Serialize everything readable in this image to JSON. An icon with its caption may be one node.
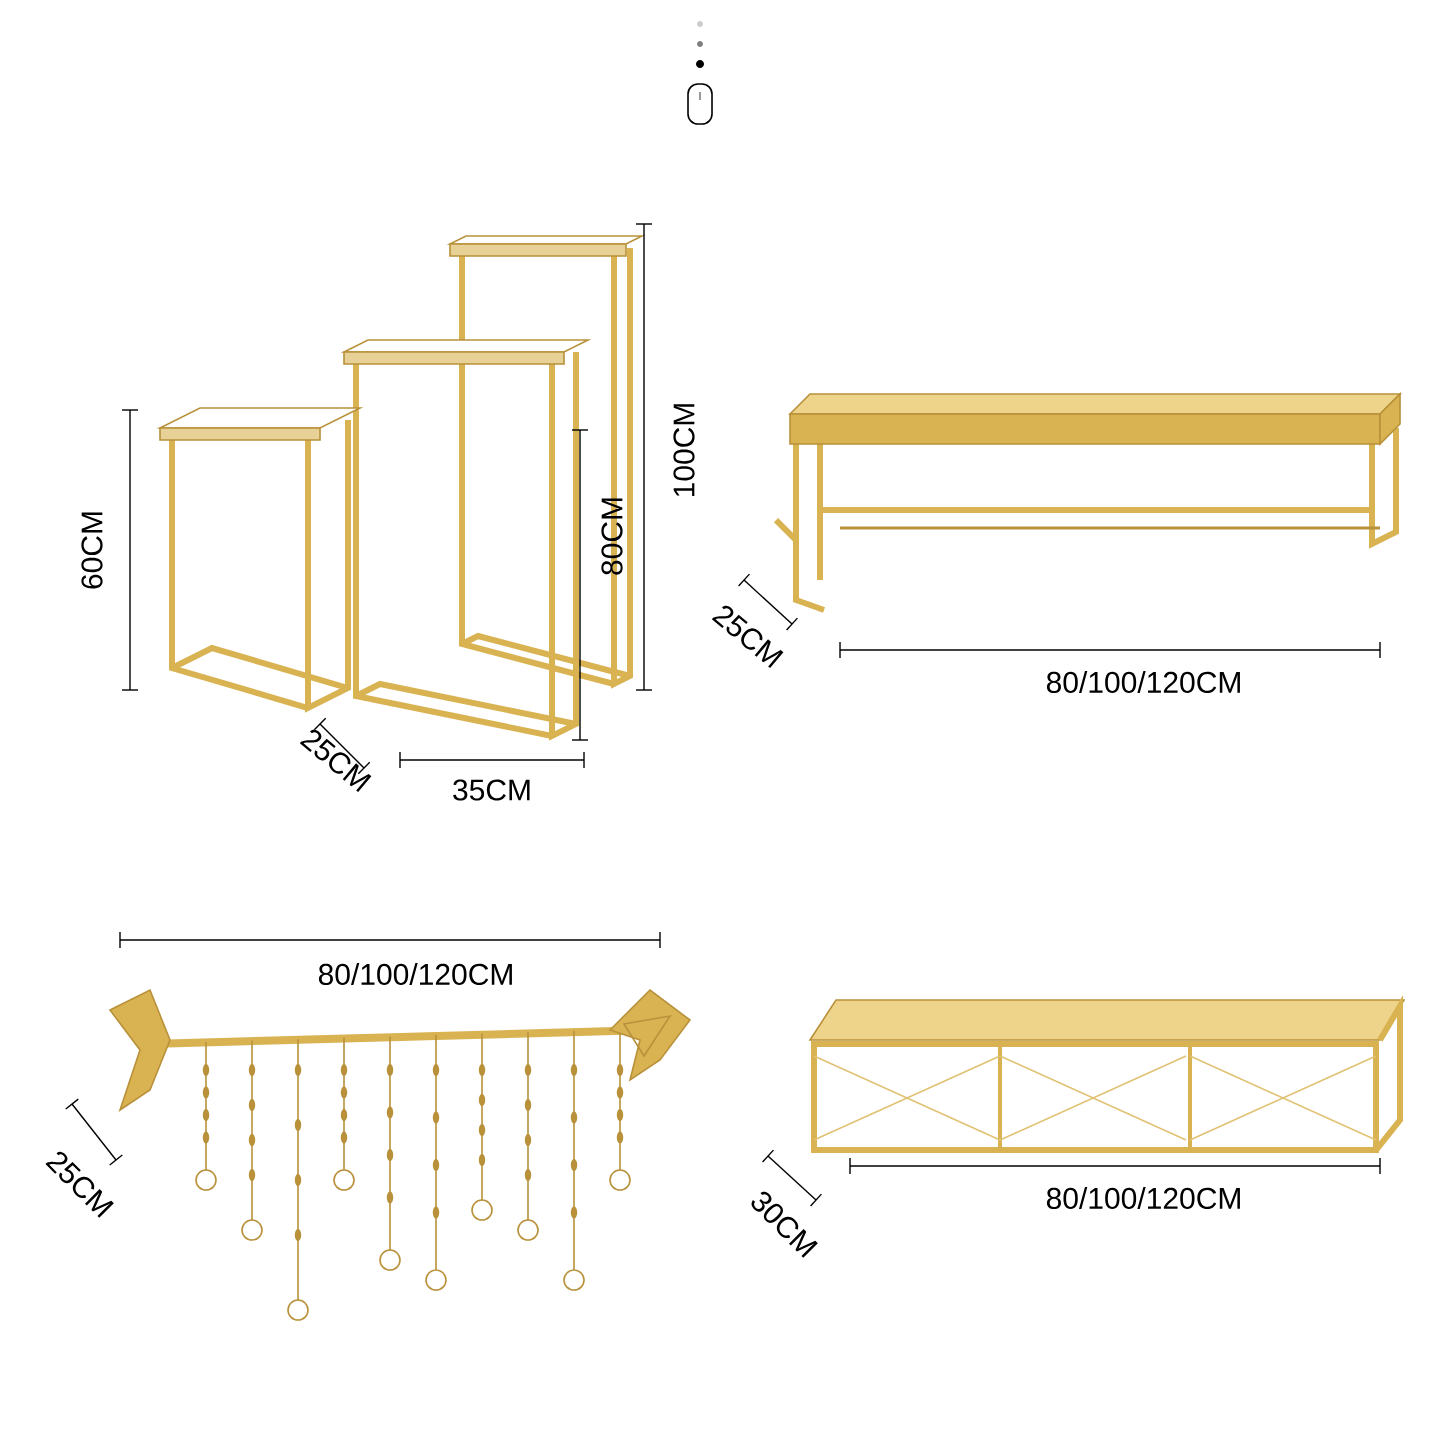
{
  "diagram": {
    "labels": [
      "60CM",
      "100CM",
      "80CM",
      "25CM",
      "35CM",
      "25CM",
      "80/100/120CM",
      "80/100/120CM",
      "25CM",
      "30CM",
      "80/100/120CM"
    ]
  }
}
